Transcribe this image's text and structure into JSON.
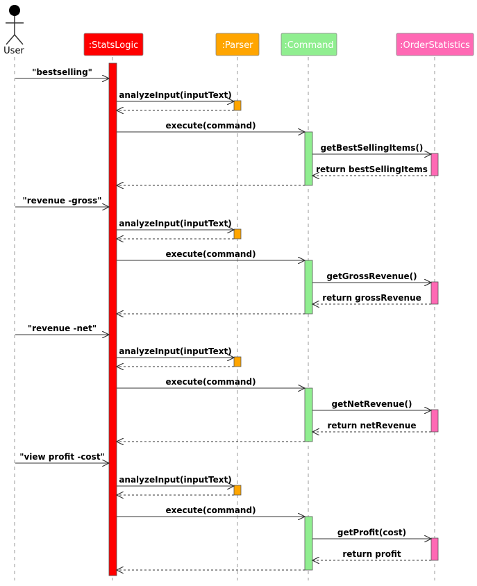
{
  "actor": {
    "name": "User",
    "icon": "stick-figure-icon"
  },
  "participants": [
    {
      "id": "statslogic",
      "label": ":StatsLogic",
      "color": "#ff0000"
    },
    {
      "id": "parser",
      "label": ":Parser",
      "color": "#ffa500"
    },
    {
      "id": "command",
      "label": ":Command",
      "color": "#90ee90"
    },
    {
      "id": "orderstats",
      "label": ":OrderStatistics",
      "color": "#ff69b4"
    }
  ],
  "messages": [
    {
      "from": "user",
      "to": "statslogic",
      "label": "\"bestselling\"",
      "kind": "sync"
    },
    {
      "from": "statslogic",
      "to": "parser",
      "label": "analyzeInput(inputText)",
      "kind": "sync"
    },
    {
      "from": "parser",
      "to": "statslogic",
      "label": "",
      "kind": "return"
    },
    {
      "from": "statslogic",
      "to": "command",
      "label": "execute(command)",
      "kind": "sync"
    },
    {
      "from": "command",
      "to": "orderstats",
      "label": "getBestSellingItems()",
      "kind": "sync"
    },
    {
      "from": "orderstats",
      "to": "command",
      "label": "return bestSellingItems",
      "kind": "return"
    },
    {
      "from": "command",
      "to": "statslogic",
      "label": "",
      "kind": "return"
    },
    {
      "from": "user",
      "to": "statslogic",
      "label": "\"revenue -gross\"",
      "kind": "sync"
    },
    {
      "from": "statslogic",
      "to": "parser",
      "label": "analyzeInput(inputText)",
      "kind": "sync"
    },
    {
      "from": "parser",
      "to": "statslogic",
      "label": "",
      "kind": "return"
    },
    {
      "from": "statslogic",
      "to": "command",
      "label": "execute(command)",
      "kind": "sync"
    },
    {
      "from": "command",
      "to": "orderstats",
      "label": "getGrossRevenue()",
      "kind": "sync"
    },
    {
      "from": "orderstats",
      "to": "command",
      "label": "return grossRevenue",
      "kind": "return"
    },
    {
      "from": "command",
      "to": "statslogic",
      "label": "",
      "kind": "return"
    },
    {
      "from": "user",
      "to": "statslogic",
      "label": "\"revenue -net\"",
      "kind": "sync"
    },
    {
      "from": "statslogic",
      "to": "parser",
      "label": "analyzeInput(inputText)",
      "kind": "sync"
    },
    {
      "from": "parser",
      "to": "statslogic",
      "label": "",
      "kind": "return"
    },
    {
      "from": "statslogic",
      "to": "command",
      "label": "execute(command)",
      "kind": "sync"
    },
    {
      "from": "command",
      "to": "orderstats",
      "label": "getNetRevenue()",
      "kind": "sync"
    },
    {
      "from": "orderstats",
      "to": "command",
      "label": "return netRevenue",
      "kind": "return"
    },
    {
      "from": "command",
      "to": "statslogic",
      "label": "",
      "kind": "return"
    },
    {
      "from": "user",
      "to": "statslogic",
      "label": "\"view profit -cost\"",
      "kind": "sync"
    },
    {
      "from": "statslogic",
      "to": "parser",
      "label": "analyzeInput(inputText)",
      "kind": "sync"
    },
    {
      "from": "parser",
      "to": "statslogic",
      "label": "",
      "kind": "return"
    },
    {
      "from": "statslogic",
      "to": "command",
      "label": "execute(command)",
      "kind": "sync"
    },
    {
      "from": "command",
      "to": "orderstats",
      "label": "getProfit(cost)",
      "kind": "sync"
    },
    {
      "from": "orderstats",
      "to": "command",
      "label": "return profit",
      "kind": "return"
    },
    {
      "from": "command",
      "to": "statslogic",
      "label": "",
      "kind": "return"
    }
  ]
}
